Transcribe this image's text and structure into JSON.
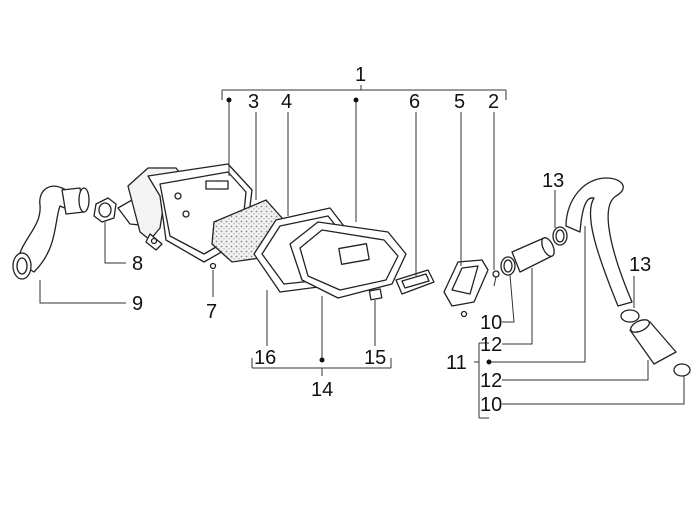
{
  "callouts": {
    "c1": "1",
    "c2": "2",
    "c3": "3",
    "c4": "4",
    "c5": "5",
    "c6": "6",
    "c7": "7",
    "c8": "8",
    "c9": "9",
    "c10a": "10",
    "c10b": "10",
    "c11": "11",
    "c12a": "12",
    "c12b": "12",
    "c13a": "13",
    "c13b": "13",
    "c14": "14",
    "c15": "15",
    "c16": "16"
  }
}
